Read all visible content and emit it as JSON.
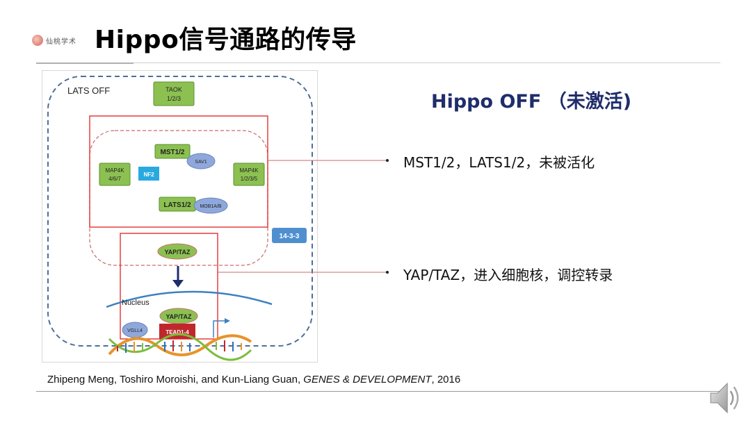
{
  "header": {
    "logo_text": "仙桃学术",
    "title": "Hippo信号通路的传导"
  },
  "figure": {
    "state_label": "LATS OFF",
    "taok": "TAOK\n1/2/3",
    "mst": "MST1/2",
    "sav": "SAV1",
    "map4k_left": "MAP4K\n4/6/7",
    "nf2": "NF2",
    "map4k_right": "MAP4K\n1/2/3/5",
    "lats": "LATS1/2",
    "mob": "MOB1A/B",
    "p1433": "14-3-3",
    "yap_cyto": "YAP/TAZ",
    "nucleus": "Nucleus",
    "yap_nuc": "YAP/TAZ",
    "vgll4": "VGLL4",
    "tead": "TEAD1-4"
  },
  "main": {
    "status_heading": "Hippo OFF （未激活)",
    "bullets": [
      "MST1/2，LATS1/2，未被活化",
      "YAP/TAZ，进入细胞核，调控转录"
    ]
  },
  "citation": {
    "authors": "Zhipeng Meng, Toshiro Moroishi, and Kun-Liang Guan, ",
    "journal": "GENES & DEVELOPMENT",
    "year": ", 2016"
  },
  "colors": {
    "green_box": "#8cc152",
    "green_border": "#5a8f2e",
    "blue_ellipse": "#8fa8dc",
    "nf2_blue": "#29a9e0",
    "red_outline": "#e02020",
    "dashed_blue": "#4d6e9a",
    "title_navy": "#1f2d6b",
    "tead_red": "#c0272d"
  },
  "icons": {
    "logo": "peach-logo-icon",
    "speaker": "speaker-icon"
  }
}
